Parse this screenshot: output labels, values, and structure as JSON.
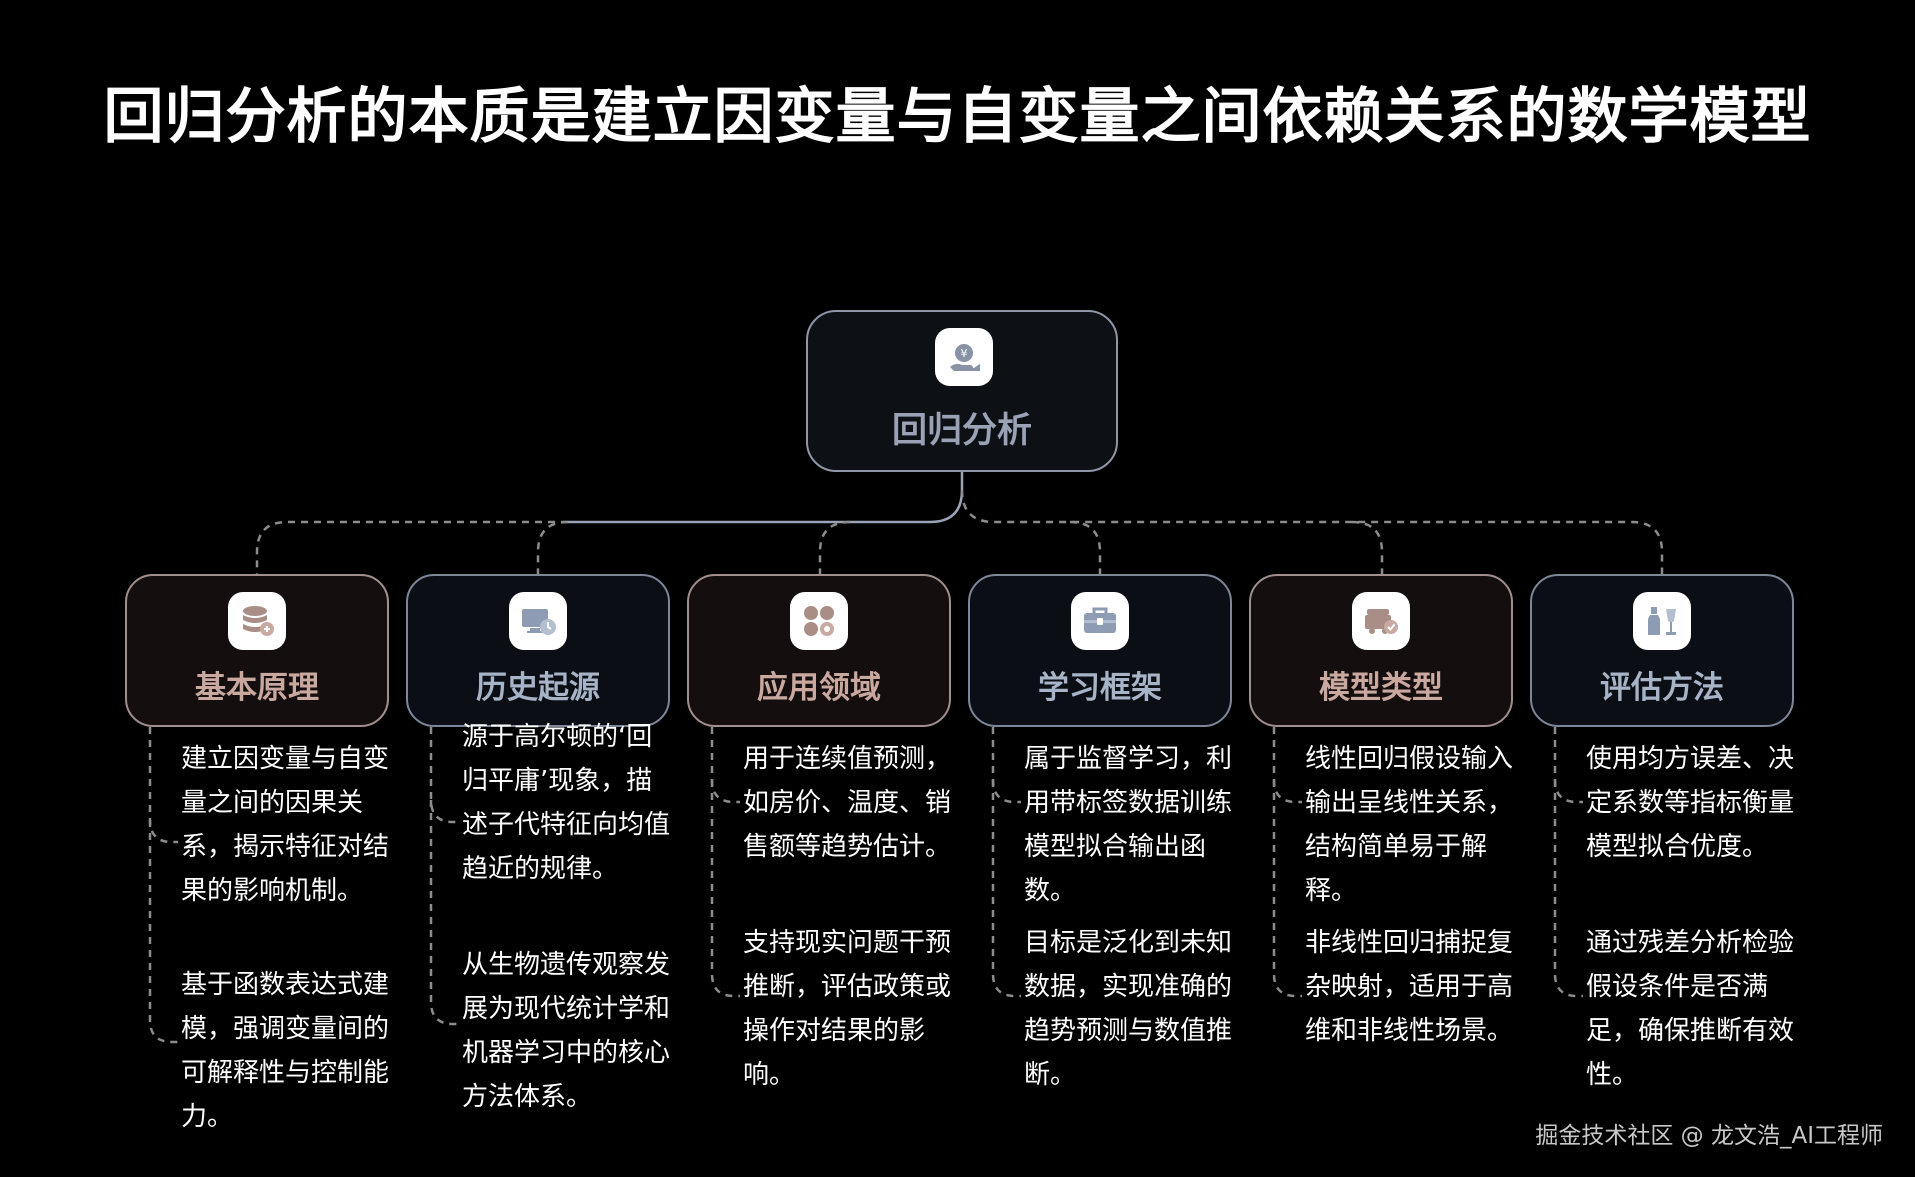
{
  "title": "回归分析的本质是建立因变量与自变量之间依赖关系的数学模型",
  "root": {
    "label": "回归分析",
    "icon": "money-hand-icon"
  },
  "branches": [
    {
      "label": "基本原理",
      "icon": "database-icon",
      "tone": "warm",
      "points": [
        "建立因变量与自变量之间的因果关系，揭示特征对结果的影响机制。",
        "基于函数表达式建模，强调变量间的可解释性与控制能力。"
      ]
    },
    {
      "label": "历史起源",
      "icon": "monitor-clock-icon",
      "tone": "cool",
      "points": [
        "源于高尔顿的‘回归平庸’现象，描述子代特征向均值趋近的规律。",
        "从生物遗传观察发展为现代统计学和机器学习中的核心方法体系。"
      ]
    },
    {
      "label": "应用领域",
      "icon": "apps-gear-icon",
      "tone": "warm",
      "points": [
        "用于连续值预测，如房价、温度、销售额等趋势估计。",
        "支持现实问题干预推断，评估政策或操作对结果的影响。"
      ]
    },
    {
      "label": "学习框架",
      "icon": "toolbox-icon",
      "tone": "cool",
      "points": [
        "属于监督学习，利用带标签数据训练模型拟合输出函数。",
        "目标是泛化到未知数据，实现准确的趋势预测与数值推断。"
      ]
    },
    {
      "label": "模型类型",
      "icon": "truck-check-icon",
      "tone": "warm",
      "points": [
        "线性回归假设输入输出呈线性关系，结构简单易于解释。",
        "非线性回归捕捉复杂映射，适用于高维和非线性场景。"
      ]
    },
    {
      "label": "评估方法",
      "icon": "bottle-glass-icon",
      "tone": "cool",
      "points": [
        "使用均方误差、决定系数等指标衡量模型拟合优度。",
        "通过残差分析检验假设条件是否满足，确保推断有效性。"
      ]
    }
  ],
  "watermark": "掘金技术社区 @ 龙文浩_AI工程师"
}
